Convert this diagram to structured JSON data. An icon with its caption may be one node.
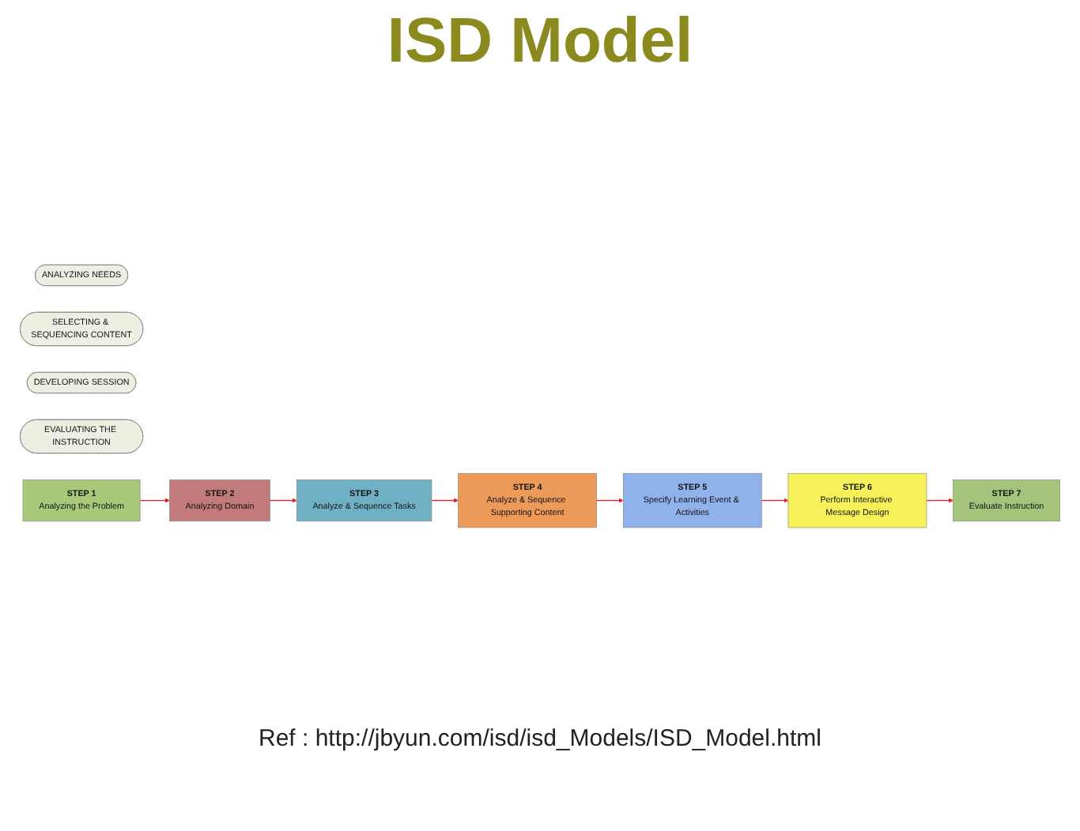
{
  "diagram": {
    "title": "ISD Model",
    "nodes": [
      {
        "text": [
          "ANALYZING NEEDS"
        ]
      },
      {
        "text": [
          "SELECTING & SEQUENCING CONTENT"
        ]
      },
      {
        "text": [
          "DEVELOPING SESSION"
        ]
      },
      {
        "text": [
          "EVALUATING THE INSTRUCTION"
        ]
      },
      {
        "text": [
          "STEP 1",
          "Analyzing the Problem"
        ]
      },
      {
        "text": [
          "STEP 2",
          "Analyzing Domain"
        ]
      },
      {
        "text": [
          "STEP 3",
          "Analyze & Sequence Tasks"
        ]
      },
      {
        "text": [
          "STEP 4",
          "Analyze & Sequence Supporting Content"
        ]
      },
      {
        "text": [
          "STEP 5",
          "Specify Learning Event & Activities"
        ]
      },
      {
        "text": [
          "STEP 6",
          "Perform Interactive Message Design"
        ]
      },
      {
        "text": [
          "STEP 7",
          "Evaluate Instruction"
        ]
      }
    ],
    "edges": [
      {
        "from": 4,
        "to": 5,
        "arrow": "to"
      },
      {
        "from": 5,
        "to": 6,
        "arrow": "to"
      },
      {
        "from": 6,
        "to": 7,
        "arrow": "to"
      },
      {
        "from": 7,
        "to": 8,
        "arrow": "to"
      },
      {
        "from": 8,
        "to": 9,
        "arrow": "to"
      },
      {
        "from": 9,
        "to": 10,
        "arrow": "to"
      }
    ],
    "labels": [
      "Ref : http://jbyun.com/isd/isd_Models/ISD_Model.html"
    ]
  }
}
